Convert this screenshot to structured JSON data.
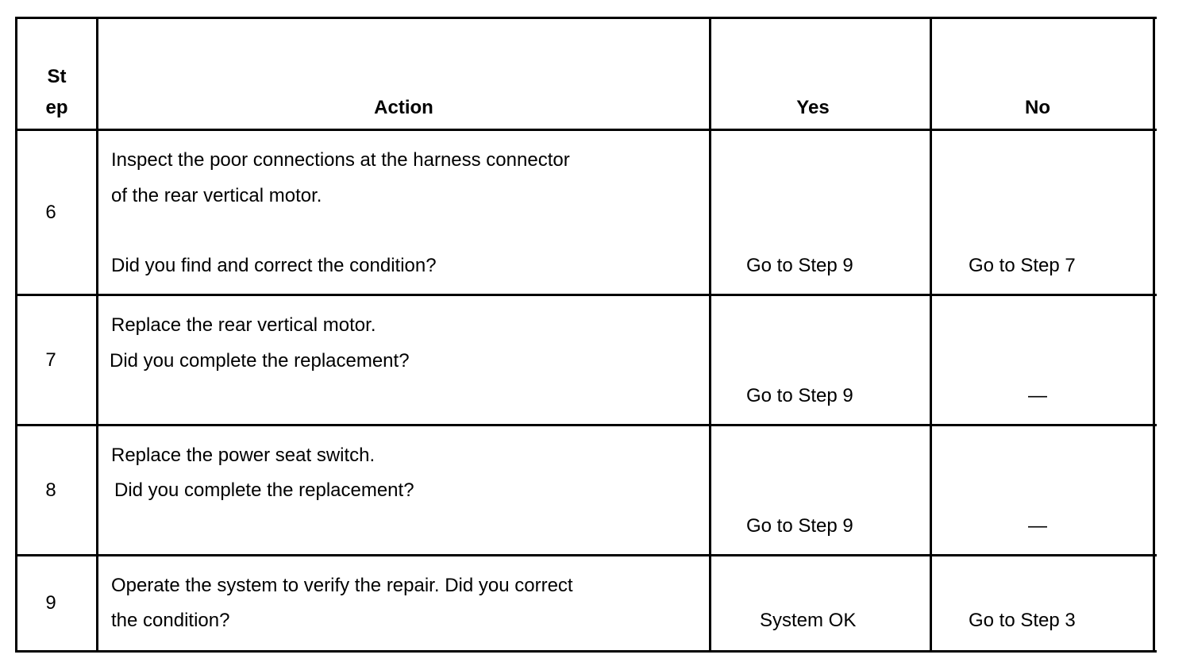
{
  "header": {
    "step_line1": "St",
    "step_line2": "ep",
    "action": "Action",
    "yes": "Yes",
    "no": "No"
  },
  "rows": [
    {
      "step": "6",
      "action_line1": "Inspect the poor connections at the harness connector",
      "action_line2": "of the rear vertical motor.",
      "action_line3": "Did you find and correct the condition?",
      "yes": "Go to Step 9",
      "no": "Go to Step 7"
    },
    {
      "step": "7",
      "action_line1": "Replace the rear vertical motor.",
      "action_line2": "Did you complete the replacement?",
      "yes": "Go to Step 9",
      "no": "—"
    },
    {
      "step": "8",
      "action_line1": "Replace the power seat switch.",
      "action_line2": "Did you complete the replacement?",
      "yes": "Go to Step 9",
      "no": "—"
    },
    {
      "step": "9",
      "action_line1": "Operate the system to verify the repair. Did you correct",
      "action_line2": "the condition?",
      "yes": "System OK",
      "no": "Go to Step 3"
    }
  ]
}
